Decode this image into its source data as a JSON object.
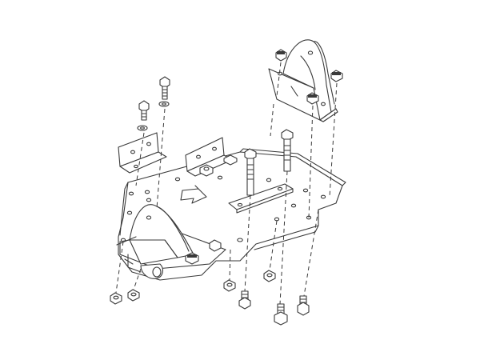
{
  "diagram": {
    "line_color": "#3a3a3a",
    "background": "#ffffff",
    "parts": [
      "skid-plate",
      "engine-mount-bracket",
      "transmission-mount-bracket",
      "angle-bracket",
      "crossmember-strap",
      "bolt",
      "nut",
      "washer"
    ]
  }
}
